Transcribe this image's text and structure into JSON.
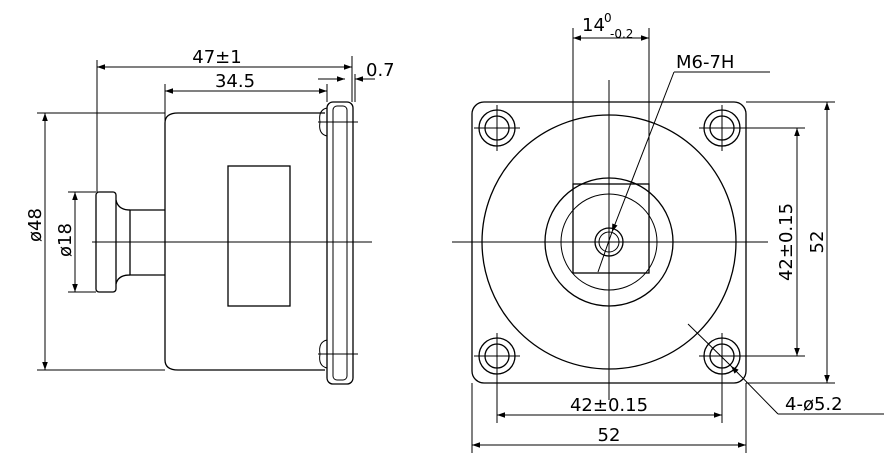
{
  "side_view": {
    "overall_length": "47±1",
    "body_length": "34.5",
    "flange_gap": "0.7",
    "body_dia": "ø48",
    "shaft_dia": "ø18"
  },
  "front_view": {
    "slot_width_base": "14",
    "slot_width_upper": "0",
    "slot_width_lower": "-0.2",
    "thread": "M6-7H",
    "hole_spacing_v": "42±0.15",
    "outline_v": "52",
    "hole_spacing_h": "42±0.15",
    "outline_h": "52",
    "holes": "4-ø5.2"
  }
}
